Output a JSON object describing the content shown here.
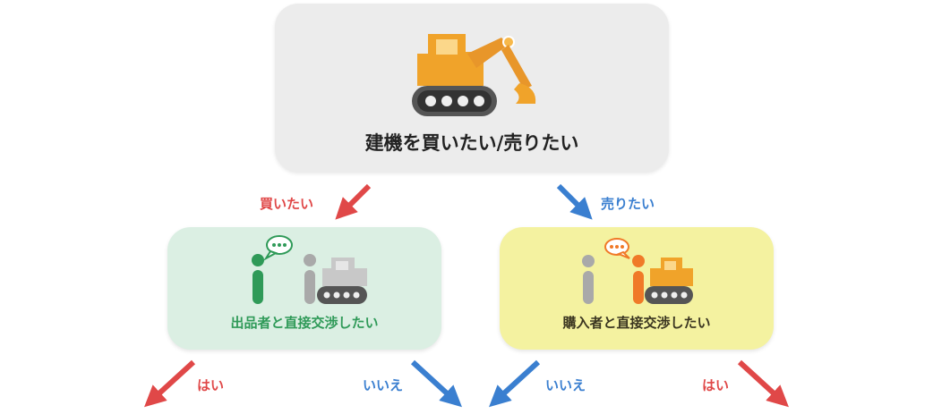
{
  "top": {
    "title": "建機を買いたい/売りたい"
  },
  "branches": {
    "buy_label": "買いたい",
    "sell_label": "売りたい"
  },
  "buyer": {
    "title": "出品者と直接交渉したい",
    "yes_label": "はい",
    "no_label": "いいえ"
  },
  "seller": {
    "title": "購入者と直接交渉したい",
    "no_label": "いいえ",
    "yes_label": "はい"
  },
  "colors": {
    "red_arrow": "#e04848",
    "blue_arrow": "#3a7fd0",
    "buyer_green": "#2f9a58",
    "seller_orange": "#f07a28",
    "excavator_orange": "#f0a32a"
  },
  "icons": {
    "top": "excavator-icon",
    "buyer": "buyer-talking-to-seller-icon",
    "seller": "seller-talking-to-buyer-icon"
  }
}
